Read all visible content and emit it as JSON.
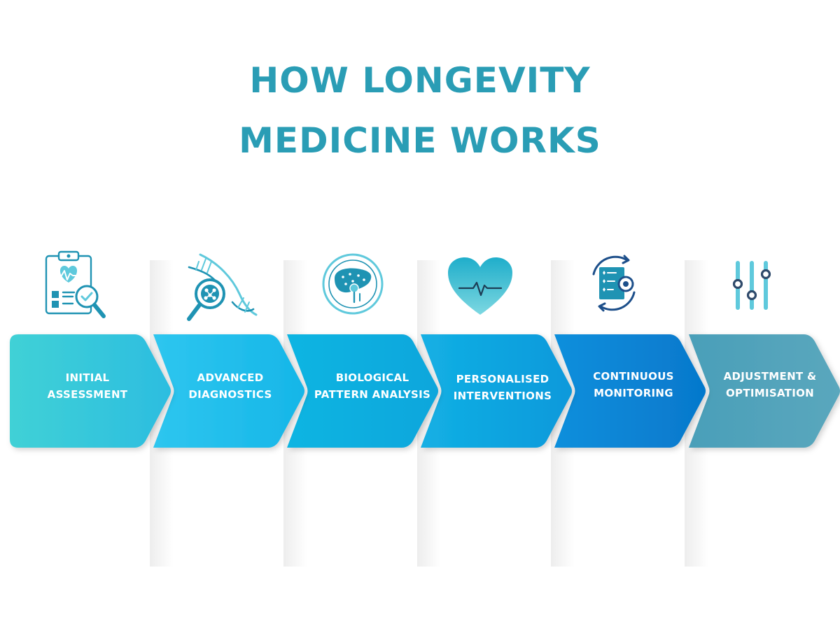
{
  "title": {
    "line1": "HOW LONGEVITY",
    "line2": "MEDICINE WORKS"
  },
  "colors": {
    "title": "#2a9db5",
    "icon_primary": "#1f93b3",
    "icon_accent": "#5fc9dc",
    "icon_dark": "#1d4f8a"
  },
  "steps": [
    {
      "line1": "INITIAL",
      "line2": "ASSESSMENT",
      "icon": "clipboard-heart-magnifier-icon",
      "color_from": "#40d1d6",
      "color_to": "#2cbde0"
    },
    {
      "line1": "ADVANCED",
      "line2": "DIAGNOSTICS",
      "icon": "dna-magnifier-icon",
      "color_from": "#2ec6ef",
      "color_to": "#16b6e8"
    },
    {
      "line1": "BIOLOGICAL",
      "line2": "PATTERN ANALYSIS",
      "icon": "liver-analysis-icon",
      "color_from": "#0fb5e2",
      "color_to": "#08a6dc"
    },
    {
      "line1": "PERSONALISED",
      "line2": "INTERVENTIONS",
      "icon": "heart-pulse-icon",
      "color_from": "#13b0e4",
      "color_to": "#0a99db"
    },
    {
      "line1": "CONTINUOUS",
      "line2": "MONITORING",
      "icon": "cycle-checklist-gear-icon",
      "color_from": "#0a8fdc",
      "color_to": "#0678cc"
    },
    {
      "line1": "ADJUSTMENT &",
      "line2": "OPTIMISATION",
      "icon": "slider-controls-icon",
      "color_from": "#4a9fb9",
      "color_to": "#5aa7bd"
    }
  ]
}
